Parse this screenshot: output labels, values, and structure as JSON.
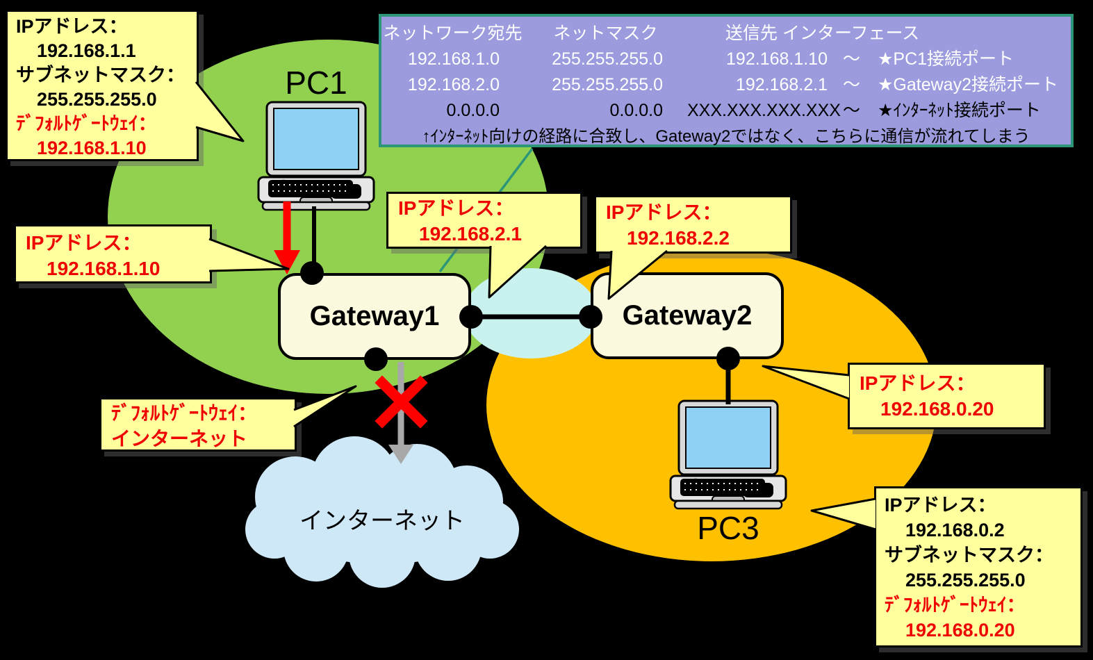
{
  "colors": {
    "background": "#000000",
    "network1_green": "#92D050",
    "network3_orange": "#FFC000",
    "link_network_cyan": "#C9F2EE",
    "internet_cloud_blue": "#CFE8F8",
    "callout_yellow": "#FFFF9E",
    "gateway_fill": "#FBFADF",
    "routing_table_fill": "#9B9BDE",
    "routing_table_border": "#2E9678",
    "red_accent": "#FF0000",
    "laptop_screen_blue": "#8FD0F5",
    "gray_arrow": "#A8A8A8"
  },
  "nodes": {
    "pc1": "PC1",
    "pc3": "PC3",
    "gateway1": "Gateway1",
    "gateway2": "Gateway2",
    "internet": "インターネット"
  },
  "routing_table": {
    "headers": [
      "ネットワーク宛先",
      "ネットマスク",
      "送信先 インターフェース"
    ],
    "rows": [
      {
        "text_color": "#FFFFFF",
        "cells": [
          "192.168.1.0",
          "255.255.255.0",
          "192.168.1.10",
          "～　★PC1接続ポート"
        ]
      },
      {
        "text_color": "#FFFFFF",
        "cells": [
          "192.168.2.0",
          "255.255.255.0",
          "192.168.2.1",
          "～　★Gateway2接続ポート"
        ]
      },
      {
        "text_color": "#000000",
        "cells": [
          "0.0.0.0",
          "0.0.0.0",
          "XXX.XXX.XXX.XXX",
          "～　★ｲﾝﾀｰﾈｯﾄ接続ポート"
        ]
      }
    ],
    "note": "↑ｲﾝﾀｰﾈｯﾄ向けの経路に合致し、Gateway2ではなく、こちらに通信が流れてしまう"
  },
  "callouts": {
    "pc1_config": {
      "lines": [
        "IPアドレス：",
        "192.168.1.1",
        "サブネットマスク：",
        "255.255.255.0",
        "ﾃﾞﾌｫﾙﾄｹﾞｰﾄｳｪｲ：",
        "192.168.1.10"
      ]
    },
    "gw1_lan_ip": {
      "lines": [
        "IPアドレス：",
        "192.168.1.10"
      ]
    },
    "gw1_wan_ip": {
      "lines": [
        "IPアドレス：",
        "192.168.2.1"
      ]
    },
    "gw2_wan_ip": {
      "lines": [
        "IPアドレス：",
        "192.168.2.2"
      ]
    },
    "gw1_default_gw": {
      "lines": [
        "ﾃﾞﾌｫﾙﾄｹﾞｰﾄｳｪｲ：",
        "インターネット"
      ]
    },
    "gw2_lan_ip": {
      "lines": [
        "IPアドレス：",
        "192.168.0.20"
      ]
    },
    "pc3_config": {
      "lines": [
        "IPアドレス：",
        "192.168.0.2",
        "サブネットマスク：",
        "255.255.255.0",
        "ﾃﾞﾌｫﾙﾄｹﾞｰﾄｳｪｲ：",
        "192.168.0.20"
      ]
    }
  }
}
